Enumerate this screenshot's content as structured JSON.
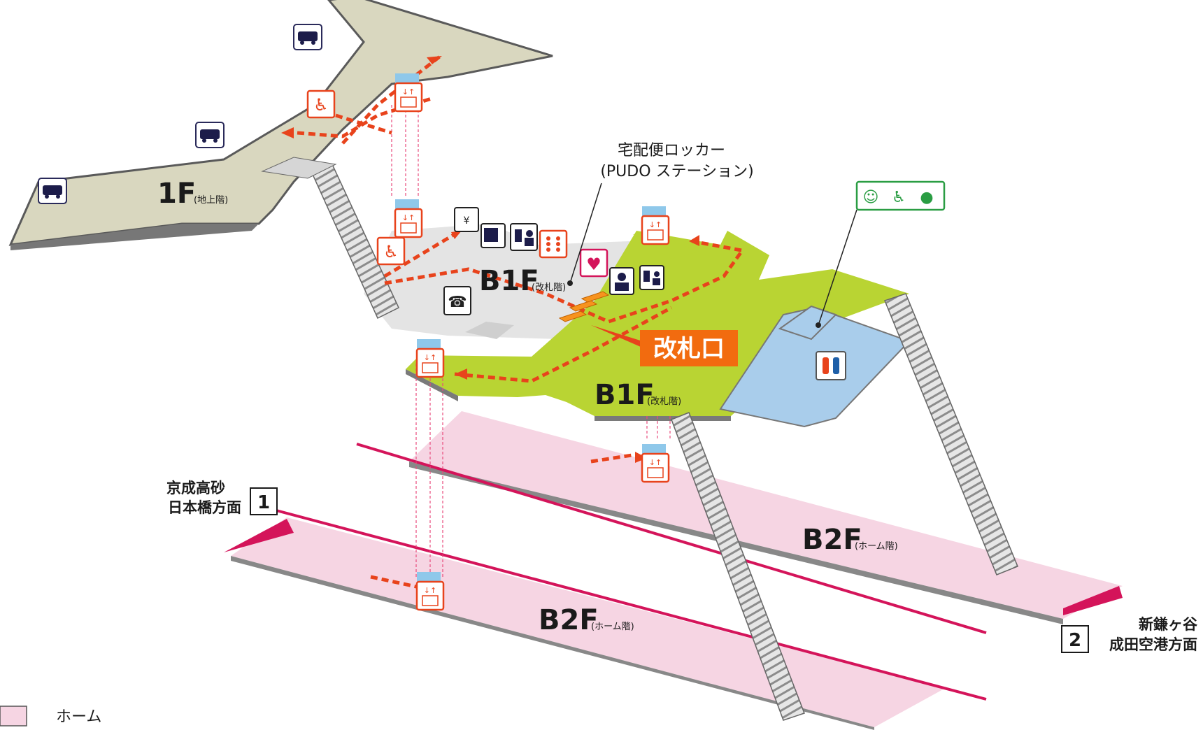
{
  "floors": {
    "f1": {
      "label": "1F",
      "sub": "(地上階)"
    },
    "b1_upper": {
      "label": "B1F",
      "sub": "(改札階)"
    },
    "b1_lower": {
      "label": "B1F",
      "sub": "(改札階)"
    },
    "b2_upper": {
      "label": "B2F",
      "sub": "(ホーム階)"
    },
    "b2_lower": {
      "label": "B2F",
      "sub": "(ホーム階)"
    }
  },
  "gate": {
    "label": "改札口"
  },
  "locker": {
    "line1": "宅配便ロッカー",
    "line2": "(PUDO ステーション)"
  },
  "platforms": {
    "p1": {
      "number": "1",
      "line1": "京成高砂",
      "line2": "日本橋方面"
    },
    "p2": {
      "number": "2",
      "line1": "新鎌ヶ谷",
      "line2": "成田空港方面"
    }
  },
  "legend": {
    "home": "ホーム"
  },
  "colors": {
    "ground": "#d9d7bf",
    "concourse": "#b9d433",
    "concourse_gray": "#e4e4e4",
    "platform": "#f6d5e3",
    "restroom_area": "#a9cdeb",
    "track": "#d4145a",
    "route": "#e8431c",
    "gate_label": "#f26b0f"
  },
  "icons": [
    "bus-icon",
    "wheelchair-icon",
    "elevator-icon",
    "ticket-machine-icon",
    "commuter-pass-icon",
    "fare-adjustment-icon",
    "braille-icon",
    "aed-icon",
    "station-staff-icon",
    "telephone-icon",
    "restroom-icon",
    "multipurpose-toilet-icon"
  ]
}
